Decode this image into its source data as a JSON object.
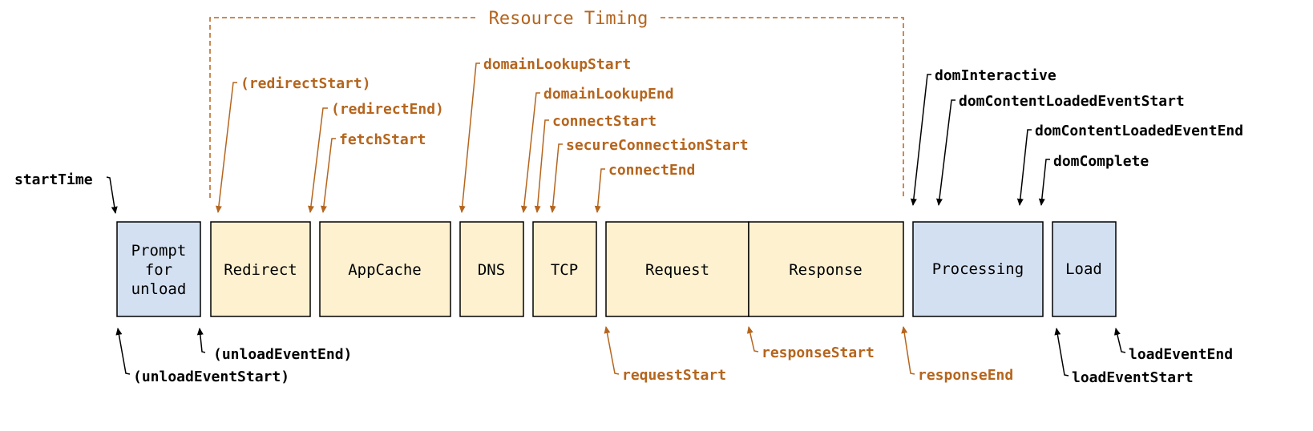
{
  "title": "Resource Timing",
  "colors": {
    "accent": "#b5651d",
    "blue_box": "#d3e0f1",
    "yellow_box": "#fdf1d0",
    "border": "#000000",
    "black_label": "#000000"
  },
  "boxes": [
    {
      "id": "prompt",
      "lines": [
        "Prompt",
        "for",
        "unload"
      ],
      "color": "blue"
    },
    {
      "id": "redirect",
      "lines": [
        "Redirect"
      ],
      "color": "yellow"
    },
    {
      "id": "appcache",
      "lines": [
        "AppCache"
      ],
      "color": "yellow"
    },
    {
      "id": "dns",
      "lines": [
        "DNS"
      ],
      "color": "yellow"
    },
    {
      "id": "tcp",
      "lines": [
        "TCP"
      ],
      "color": "yellow"
    },
    {
      "id": "request",
      "lines": [
        "Request"
      ],
      "color": "yellow"
    },
    {
      "id": "response",
      "lines": [
        "Response"
      ],
      "color": "yellow"
    },
    {
      "id": "processing",
      "lines": [
        "Processing"
      ],
      "color": "blue"
    },
    {
      "id": "load",
      "lines": [
        "Load"
      ],
      "color": "blue"
    }
  ],
  "labels": {
    "startTime": "startTime",
    "unloadEventStart": "(unloadEventStart)",
    "unloadEventEnd": "(unloadEventEnd)",
    "redirectStart": "(redirectStart)",
    "redirectEnd": "(redirectEnd)",
    "fetchStart": "fetchStart",
    "domainLookupStart": "domainLookupStart",
    "domainLookupEnd": "domainLookupEnd",
    "connectStart": "connectStart",
    "secureConnectionStart": "secureConnectionStart",
    "connectEnd": "connectEnd",
    "requestStart": "requestStart",
    "responseStart": "responseStart",
    "responseEnd": "responseEnd",
    "domInteractive": "domInteractive",
    "domContentLoadedEventStart": "domContentLoadedEventStart",
    "domContentLoadedEventEnd": "domContentLoadedEventEnd",
    "domComplete": "domComplete",
    "loadEventStart": "loadEventStart",
    "loadEventEnd": "loadEventEnd"
  }
}
